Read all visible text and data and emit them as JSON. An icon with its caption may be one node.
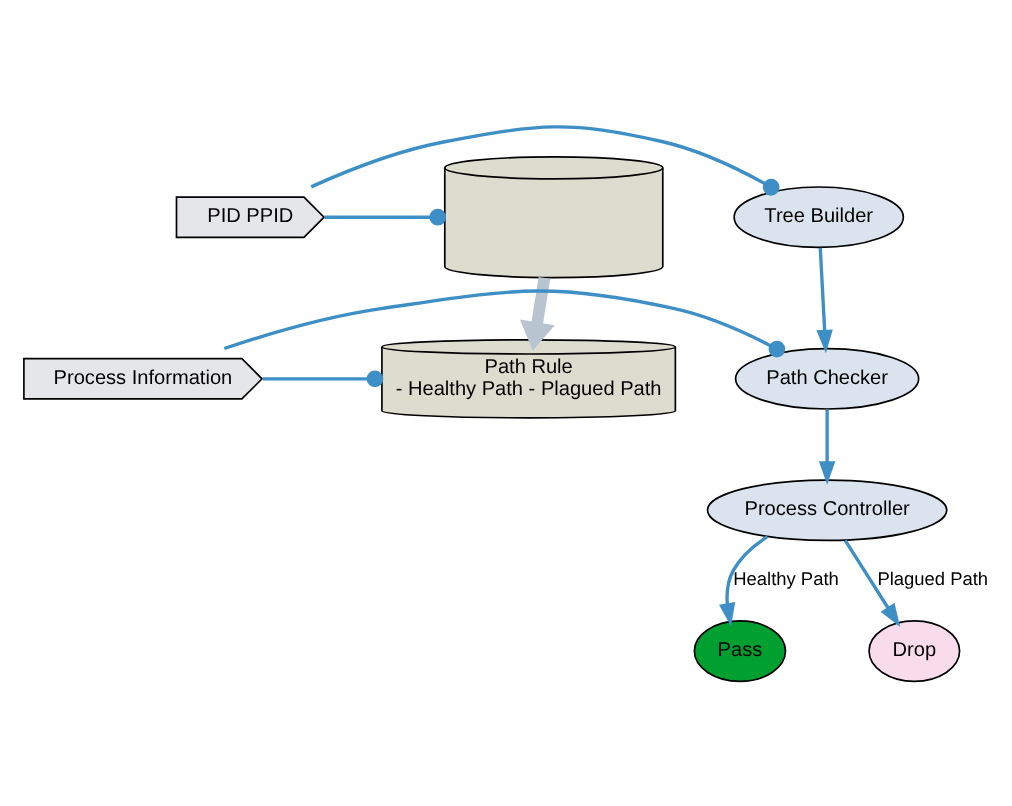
{
  "diagram": {
    "nodes": [
      {
        "text": [
          "Tree Builder"
        ]
      },
      {
        "text": [
          "PID PPID"
        ]
      },
      {
        "text": [],
        "shape": "cylinder"
      },
      {
        "text": [
          "Path Checker"
        ]
      },
      {
        "text": [
          "Process Information"
        ]
      },
      {
        "text": [
          "Path Rule",
          "- Healthy Path - Plagued Path"
        ]
      },
      {
        "text": [
          "Process Controller"
        ]
      },
      {
        "text": [
          "Pass"
        ]
      },
      {
        "text": [
          "Drop"
        ]
      }
    ],
    "edges": [
      {
        "from": 1,
        "to": 0,
        "arrow": "other"
      },
      {
        "from": 1,
        "to": 2,
        "arrow": "other"
      },
      {
        "from": 0,
        "to": 3,
        "arrow": "to"
      },
      {
        "from": 4,
        "to": 3,
        "arrow": "other"
      },
      {
        "from": 4,
        "to": 5,
        "arrow": "other"
      },
      {
        "from": 2,
        "to": 5,
        "arrow": "to",
        "style": "thick",
        "color": "#b8c4d0"
      },
      {
        "from": 3,
        "to": 6,
        "arrow": "to"
      },
      {
        "from": 6,
        "to": 7,
        "arrow": "to",
        "label": "Healthy Path"
      },
      {
        "from": 6,
        "to": 8,
        "arrow": "to",
        "label": "Plagued Path"
      }
    ]
  }
}
